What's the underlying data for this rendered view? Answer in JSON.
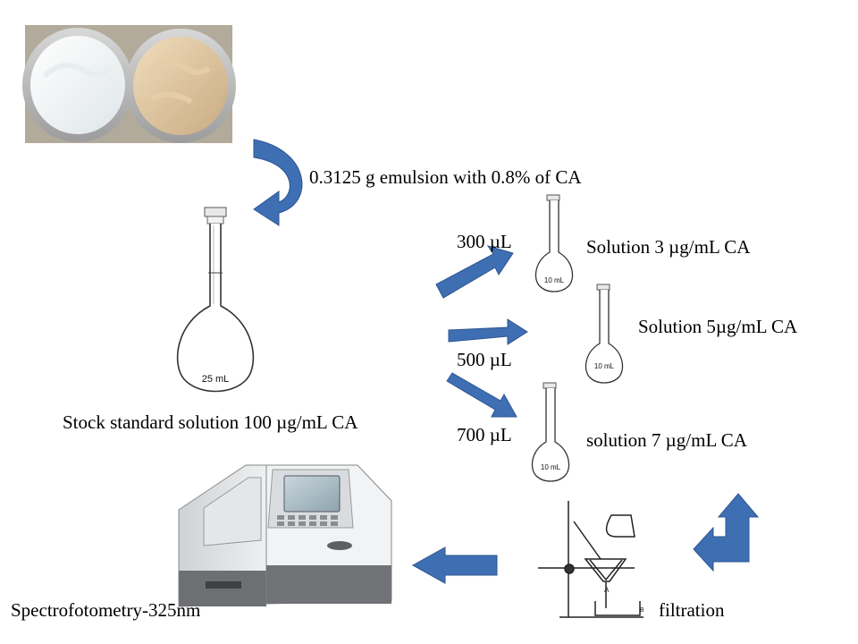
{
  "labels": {
    "emulsion": "0.3125 g  emulsion with 0.8% of CA",
    "stock": "Stock standard solution 100 µg/mL CA",
    "vol1": "300 µL",
    "vol2": "500 µL",
    "vol3": "700 µL",
    "sol1": "Solution 3 µg/mL CA",
    "sol2": "Solution 5µg/mL CA",
    "sol3": "solution 7 µg/mL CA",
    "spectro": "Spectrofotometry-325nm",
    "filtration": "filtration"
  },
  "flasks": {
    "large": "25 mL",
    "small1": "10 mL",
    "small2": "10 mL",
    "small3": "10 mL"
  },
  "funnel_labels": {
    "a": "A",
    "b": "B"
  },
  "colors": {
    "arrow": "#3f6fb3",
    "arrow_edge": "#2d5491"
  }
}
